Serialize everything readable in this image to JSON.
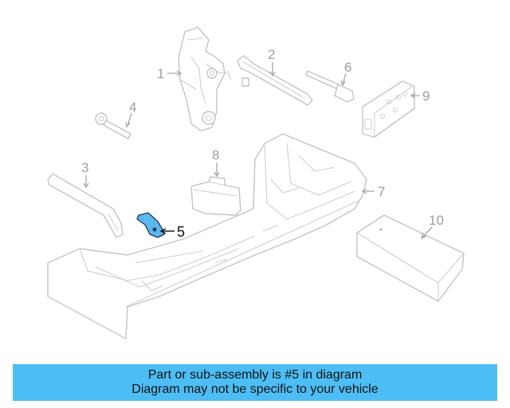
{
  "callouts": {
    "c1": "1",
    "c2": "2",
    "c3": "3",
    "c4": "4",
    "c5": "5",
    "c6": "6",
    "c7": "7",
    "c8": "8",
    "c9": "9",
    "c10": "10"
  },
  "highlighted_part": "5",
  "banner": {
    "line1": "Part or sub-assembly is #5 in diagram",
    "line2": "Diagram may not be specific to your vehicle"
  },
  "colors": {
    "banner_background": "#4dbef5",
    "highlight_fill": "#5bb8ee",
    "part_outline": "#c4c4c4",
    "callout_text": "#9e9e9e"
  }
}
